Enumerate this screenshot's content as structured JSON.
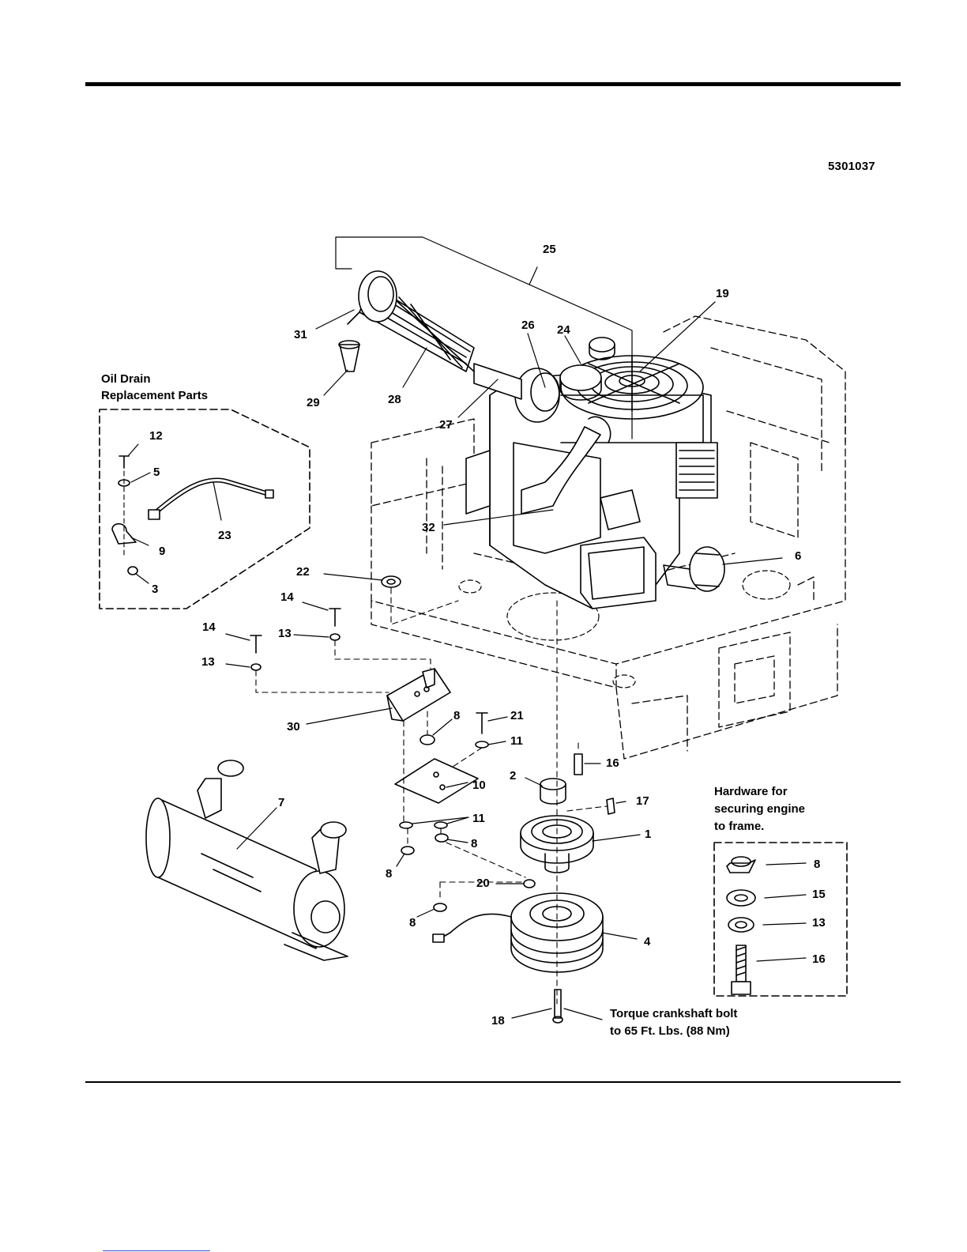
{
  "part_number": "5301037",
  "boxes": {
    "oil_drain": [
      "Oil Drain",
      "Replacement Parts"
    ],
    "hardware": [
      "Hardware for",
      "securing engine",
      "to frame."
    ]
  },
  "torque_note": [
    "Torque crankshaft bolt",
    "to 65 Ft. Lbs. (88 Nm)"
  ],
  "callouts": [
    "25",
    "19",
    "31",
    "26",
    "24",
    "29",
    "28",
    "27",
    "12",
    "5",
    "23",
    "9",
    "3",
    "32",
    "6",
    "22",
    "14",
    "13",
    "14",
    "13",
    "30",
    "8",
    "21",
    "11",
    "16",
    "2",
    "10",
    "17",
    "1",
    "7",
    "11",
    "8",
    "8",
    "20",
    "8",
    "4",
    "8",
    "15",
    "13",
    "16",
    "18"
  ]
}
